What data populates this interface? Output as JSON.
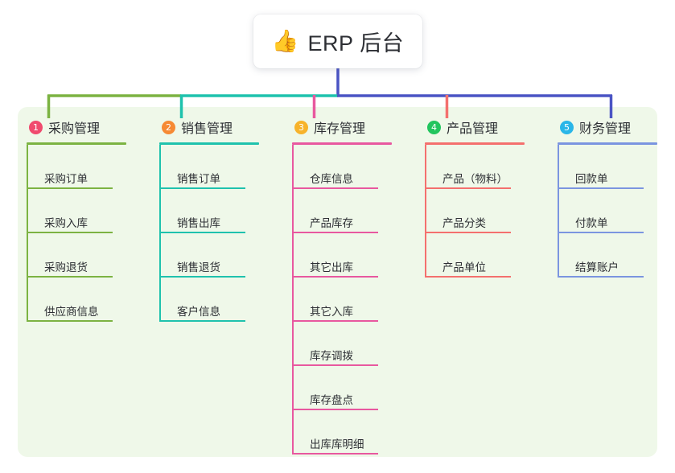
{
  "root": {
    "icon": "thumbs-up-icon",
    "emoji": "👍",
    "title": "ERP 后台"
  },
  "panel": {
    "background": "#eff8e9"
  },
  "columns": [
    {
      "number": "1",
      "title": "采购管理",
      "badge_color": "#f04a6e",
      "line_color": "#7cb342",
      "items": [
        {
          "label": "采购订单"
        },
        {
          "label": "采购入库"
        },
        {
          "label": "采购退货"
        },
        {
          "label": "供应商信息"
        }
      ]
    },
    {
      "number": "2",
      "title": "销售管理",
      "badge_color": "#f68a34",
      "line_color": "#1fc2ad",
      "items": [
        {
          "label": "销售订单"
        },
        {
          "label": "销售出库"
        },
        {
          "label": "销售退货"
        },
        {
          "label": "客户信息"
        }
      ]
    },
    {
      "number": "3",
      "title": "库存管理",
      "badge_color": "#f7b32b",
      "line_color": "#e8589f",
      "items": [
        {
          "label": "仓库信息"
        },
        {
          "label": "产品库存"
        },
        {
          "label": "其它出库"
        },
        {
          "label": "其它入库"
        },
        {
          "label": "库存调拨"
        },
        {
          "label": "库存盘点"
        },
        {
          "label": "出库库明细"
        }
      ]
    },
    {
      "number": "4",
      "title": "产品管理",
      "badge_color": "#22c55e",
      "line_color": "#f4706e",
      "items": [
        {
          "label": "产品（物料）"
        },
        {
          "label": "产品分类"
        },
        {
          "label": "产品单位"
        }
      ]
    },
    {
      "number": "5",
      "title": "财务管理",
      "badge_color": "#29b6e8",
      "line_color": "#7b95e0",
      "items": [
        {
          "label": "回款单"
        },
        {
          "label": "付款单"
        },
        {
          "label": "结算账户"
        }
      ]
    }
  ],
  "connectors": {
    "trunk_color": "#4a54c4",
    "segments": [
      {
        "name": "green-segment",
        "color": "#7cb342"
      },
      {
        "name": "teal-segment",
        "color": "#1fc2ad"
      },
      {
        "name": "purple-segment",
        "color": "#4a54c4"
      }
    ],
    "drops": [
      {
        "name": "drop-1",
        "color": "#7cb342"
      },
      {
        "name": "drop-2",
        "color": "#1fc2ad"
      },
      {
        "name": "drop-3",
        "color": "#e8589f"
      },
      {
        "name": "drop-4",
        "color": "#f4706e"
      },
      {
        "name": "drop-5",
        "color": "#4a54c4"
      }
    ]
  }
}
